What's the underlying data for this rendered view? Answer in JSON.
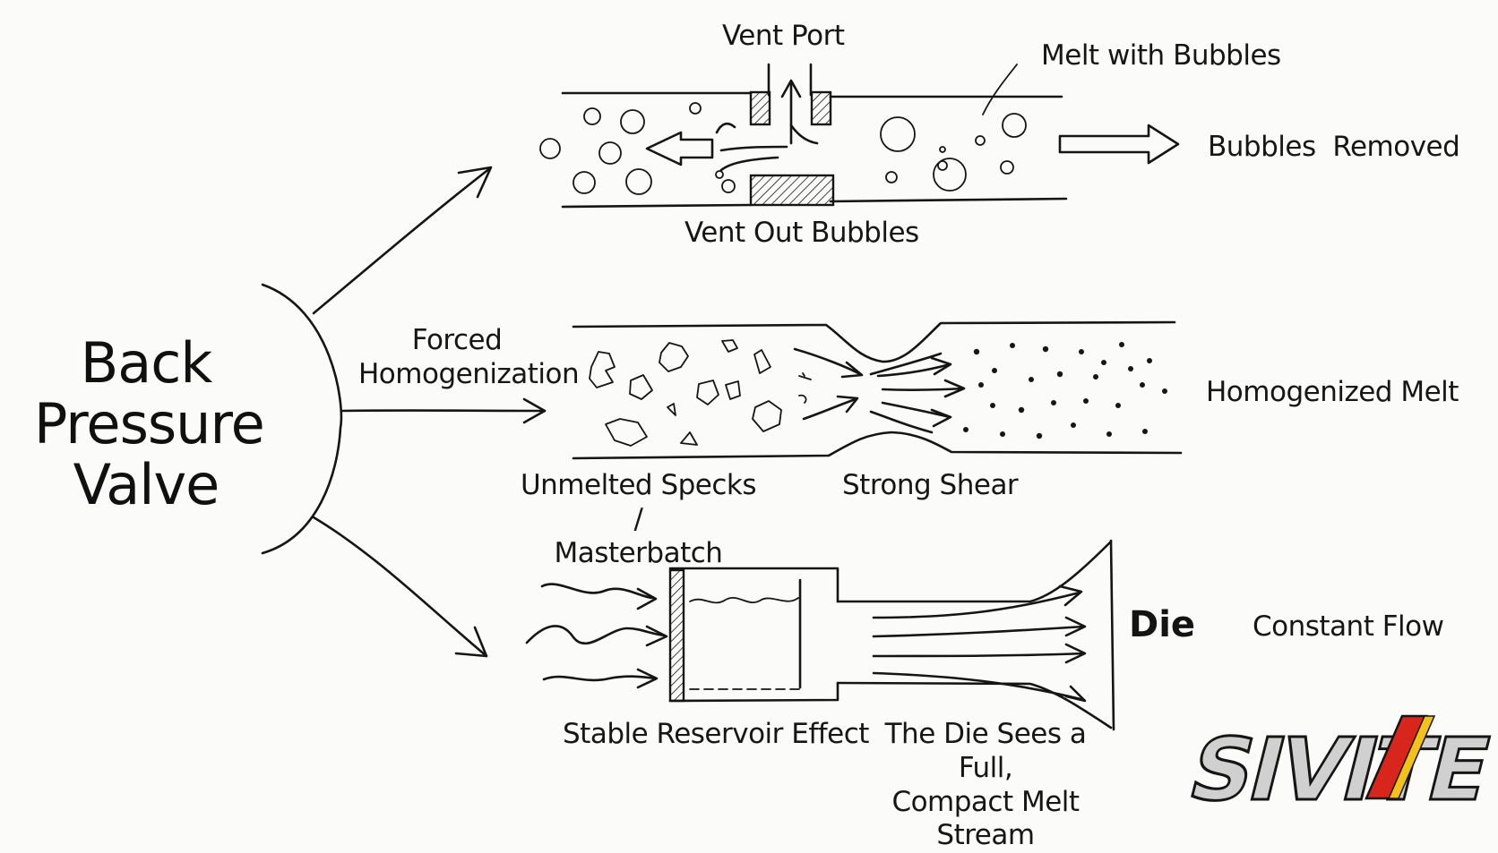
{
  "diagram": {
    "title": "Back\nPressure\nValve",
    "branches": [
      {
        "id": "vent",
        "labels": {
          "vent_port": "Vent Port",
          "melt_with_bubbles": "Melt with Bubbles",
          "bubbles_removed": "Bubbles  Removed",
          "vent_out_bubbles": "Vent Out Bubbles"
        }
      },
      {
        "id": "homogenize",
        "labels": {
          "forced_homogenization": "Forced\nHomogenization",
          "unmelted_specks": "Unmelted Specks /\nMasterbatch",
          "strong_shear": "Strong Shear",
          "homogenized_melt": "Homogenized Melt"
        }
      },
      {
        "id": "reservoir",
        "labels": {
          "stable_reservoir": "Stable Reservoir Effect",
          "die_sees": "The Die Sees a Full,\nCompact Melt Stream",
          "die": "Die",
          "constant_flow": "Constant Flow"
        }
      }
    ]
  },
  "brand": {
    "logo_text": "SIVITE",
    "colors": {
      "ink": "#151515",
      "logo_fill": "#d0d0d0",
      "accent_red": "#d8261c",
      "accent_yellow": "#f2c21a"
    }
  }
}
